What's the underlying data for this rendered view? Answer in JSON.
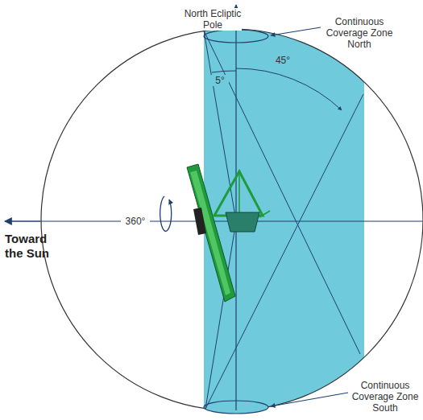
{
  "diagram": {
    "labels": [
      "North Ecliptic Pole",
      "Continuous Coverage Zone North",
      "5°",
      "45°",
      "360°",
      "Toward the Sun",
      "Continuous Coverage Zone South"
    ]
  }
}
